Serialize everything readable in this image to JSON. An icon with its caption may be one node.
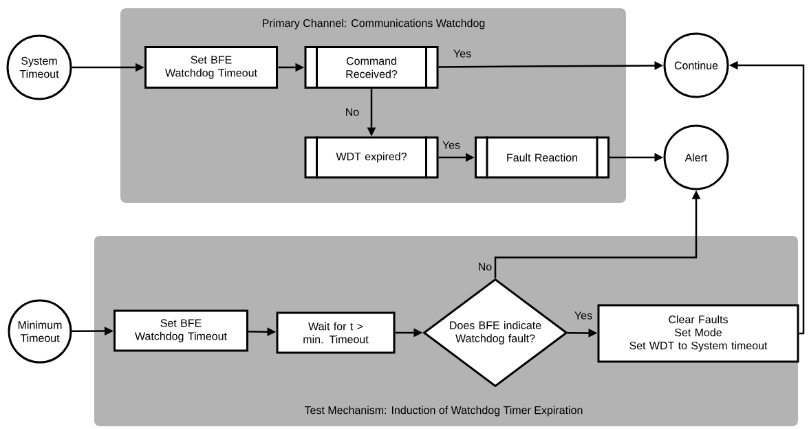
{
  "diagram": {
    "nodes": [
      {
        "text": [
          "Primary Channel: Communications Watchdog"
        ]
      },
      {
        "text": [
          "System Timeout"
        ]
      },
      {
        "text": [
          "Set BFE Watchdog Timeout"
        ],
        "in": 0
      },
      {
        "text": [
          "Command Received?"
        ],
        "in": 0
      },
      {
        "text": [
          "Continue"
        ]
      },
      {
        "text": [
          "WDT expired?"
        ],
        "in": 0
      },
      {
        "text": [
          "Fault Reaction"
        ],
        "in": 0
      },
      {
        "text": [
          "Alert"
        ]
      },
      {
        "text": [
          "Test Mechanism: Induction of Watchdog Timer Expiration"
        ]
      },
      {
        "text": [
          "Minimum Timeout"
        ]
      },
      {
        "text": [
          "Set BFE Watchdog Timeout"
        ],
        "in": 8
      },
      {
        "text": [
          "Wait for t > min. Timeout"
        ],
        "in": 8
      },
      {
        "text": [
          "Does BFE indicate Watchdog fault?"
        ],
        "in": 8
      },
      {
        "text": [
          "Clear Faults",
          "Set Mode",
          "Set WDT to System timeout"
        ],
        "in": 8
      }
    ],
    "edges": [
      {
        "from": 1,
        "to": 2,
        "arrow": "to"
      },
      {
        "from": 2,
        "to": 3,
        "arrow": "to"
      },
      {
        "from": 3,
        "to": 4,
        "arrow": "to",
        "label": "Yes"
      },
      {
        "from": 3,
        "to": 5,
        "arrow": "to",
        "label": "No"
      },
      {
        "from": 5,
        "to": 6,
        "arrow": "to",
        "label": "Yes"
      },
      {
        "from": 6,
        "to": 7,
        "arrow": "to"
      },
      {
        "from": 9,
        "to": 10,
        "arrow": "to"
      },
      {
        "from": 10,
        "to": 11,
        "arrow": "to"
      },
      {
        "from": 11,
        "to": 12,
        "arrow": "to"
      },
      {
        "from": 12,
        "to": 7,
        "arrow": "to",
        "label": "No"
      },
      {
        "from": 12,
        "to": 13,
        "arrow": "to",
        "label": "Yes"
      },
      {
        "from": 13,
        "to": 4,
        "arrow": "to"
      }
    ]
  }
}
